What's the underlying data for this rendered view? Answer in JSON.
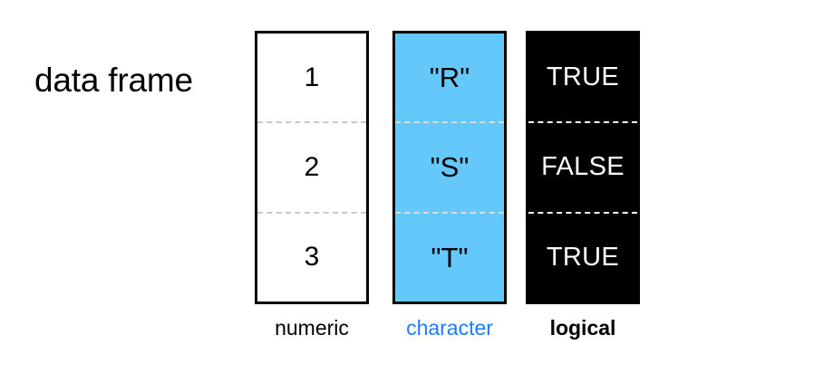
{
  "diagram": {
    "title": "data frame",
    "columns": [
      {
        "type_label": "numeric",
        "cells": [
          "1",
          "2",
          "3"
        ],
        "fill": "#ffffff",
        "text_color": "#000000",
        "border_color": "#000000",
        "separator_color": "#c9c9c9",
        "label_color": "#000000",
        "label_weight": "normal"
      },
      {
        "type_label": "character",
        "cells": [
          "\"R\"",
          "\"S\"",
          "\"T\""
        ],
        "fill": "#64c8fa",
        "text_color": "#000000",
        "border_color": "#000000",
        "separator_color": "#d9dcdc",
        "label_color": "#1f7bff",
        "label_weight": "normal"
      },
      {
        "type_label": "logical",
        "cells": [
          "TRUE",
          "FALSE",
          "TRUE"
        ],
        "fill": "#000000",
        "text_color": "#ffffff",
        "border_color": "#000000",
        "separator_color": "#ffffff",
        "label_color": "#000000",
        "label_weight": "bold"
      }
    ]
  }
}
